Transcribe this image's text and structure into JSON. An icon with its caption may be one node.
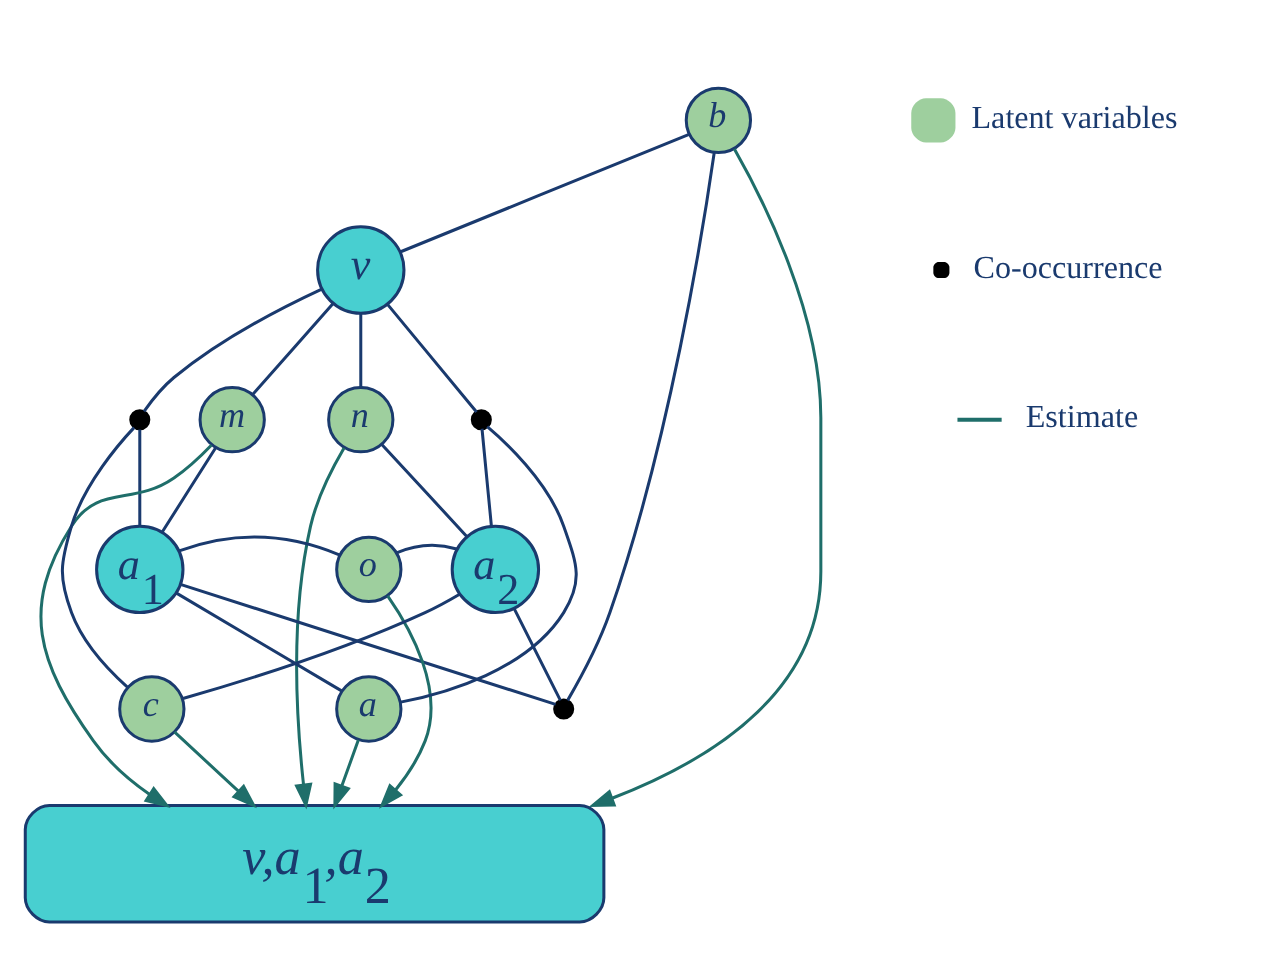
{
  "diagram": {
    "nodes": [
      {
        "text": [
          "b"
        ]
      },
      {
        "text": [
          "v"
        ]
      },
      {
        "text": [],
        "shape": "circle"
      },
      {
        "text": [],
        "shape": "circle"
      },
      {
        "text": [
          "m"
        ]
      },
      {
        "text": [
          "n"
        ]
      },
      {
        "text": [
          "a$_{1}$"
        ]
      },
      {
        "text": [
          "o"
        ]
      },
      {
        "text": [
          "a$_{2}$"
        ]
      },
      {
        "text": [
          "a"
        ]
      },
      {
        "text": [],
        "shape": "circle"
      },
      {
        "text": [
          "c"
        ]
      },
      {
        "text": [
          "v,a$_{1}$,a$_{2}$"
        ]
      }
    ],
    "edges": [
      {
        "from": 0,
        "to": 1,
        "arrow": "none"
      },
      {
        "from": 1,
        "to": 4,
        "arrow": "none"
      },
      {
        "from": 1,
        "to": 5,
        "arrow": "none"
      },
      {
        "from": 4,
        "to": 6,
        "arrow": "none"
      },
      {
        "from": 5,
        "to": 8,
        "arrow": "none"
      },
      {
        "from": 6,
        "to": 7,
        "arrow": "none"
      },
      {
        "from": 7,
        "to": 8,
        "arrow": "none"
      },
      {
        "from": 9,
        "to": 6,
        "arrow": "none"
      },
      {
        "from": 8,
        "to": 11,
        "arrow": "none"
      },
      {
        "from": 1,
        "to": 3,
        "arrow": "none"
      },
      {
        "from": 3,
        "to": 6,
        "arrow": "none"
      },
      {
        "from": 11,
        "to": 3,
        "arrow": "none"
      },
      {
        "from": 1,
        "to": 2,
        "arrow": "none"
      },
      {
        "from": 2,
        "to": 8,
        "arrow": "none"
      },
      {
        "from": 9,
        "to": 2,
        "arrow": "none"
      },
      {
        "from": 6,
        "to": 10,
        "arrow": "none"
      },
      {
        "from": 10,
        "to": 8,
        "arrow": "none"
      },
      {
        "from": 0,
        "to": 10,
        "arrow": "none"
      },
      {
        "from": 9,
        "to": 12,
        "arrow": "to",
        "color": "#1f6e6a"
      },
      {
        "from": 4,
        "to": 12,
        "arrow": "to",
        "color": "#1f6e6a"
      },
      {
        "from": 7,
        "to": 12,
        "arrow": "to",
        "color": "#1f6e6a"
      },
      {
        "from": 0,
        "to": 12,
        "arrow": "to",
        "color": "#1f6e6a"
      },
      {
        "from": 5,
        "to": 12,
        "arrow": "to",
        "color": "#1f6e6a"
      },
      {
        "from": 11,
        "to": 12,
        "arrow": "to",
        "color": "#1f6e6a"
      }
    ],
    "legend": [
      {
        "text": "Latent variables"
      },
      {
        "text": "Co-occurrence"
      },
      {
        "text": "Estimate"
      }
    ]
  }
}
